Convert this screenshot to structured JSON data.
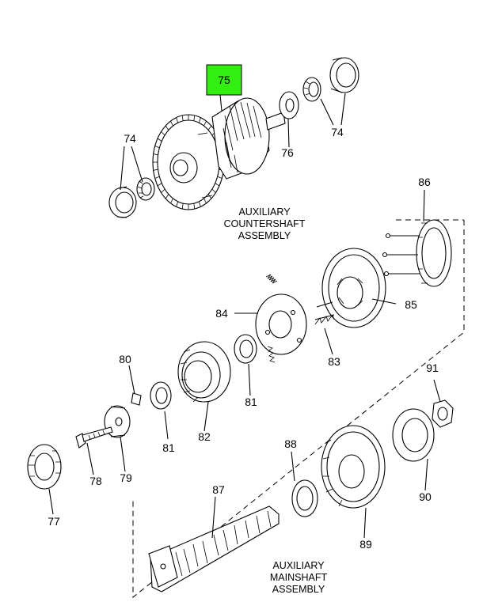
{
  "highlight": {
    "label": "75",
    "color": "#33ee11"
  },
  "callouts": {
    "c74a": "74",
    "c74b": "74",
    "c76": "76",
    "c77": "77",
    "c78": "78",
    "c79": "79",
    "c80": "80",
    "c81a": "81",
    "c81b": "81",
    "c82": "82",
    "c83": "83",
    "c84": "84",
    "c85": "85",
    "c86": "86",
    "c87": "87",
    "c88": "88",
    "c89": "89",
    "c90": "90",
    "c91": "91"
  },
  "assemblies": {
    "countershaft": [
      "AUXILIARY",
      "COUNTERSHAFT",
      "ASSEMBLY"
    ],
    "mainshaft": [
      "AUXILIARY",
      "MAINSHAFT",
      "ASSEMBLY"
    ]
  }
}
